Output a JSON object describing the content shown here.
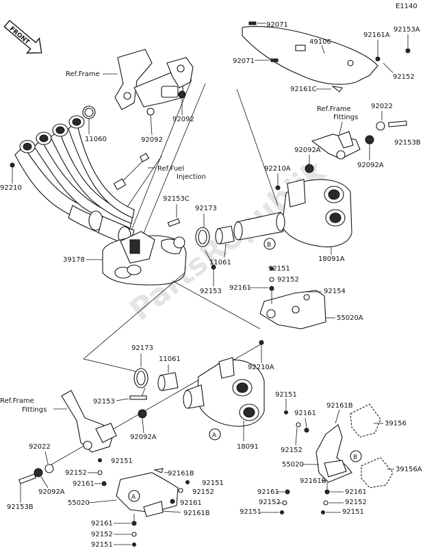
{
  "diagram_code": "E1140",
  "front_badge": "FRONT",
  "watermark": "PartsRepublik",
  "ref_labels": {
    "frame": "Ref.Frame",
    "frame_fittings_a_line1": "Ref.Frame",
    "frame_fittings_a_line2": "Fittings",
    "fuel_injection_line1": "Ref.Fuel",
    "fuel_injection_line2": "Injection",
    "frame_fittings_b_line1": "Ref.Frame",
    "frame_fittings_b_line2": "Fittings"
  },
  "markers": {
    "a": "A",
    "b": "B"
  },
  "parts": {
    "p92071_top": "92071",
    "p49106": "49106",
    "p92161A": "92161A",
    "p92153A": "92153A",
    "p92071_left": "92071",
    "p92152_top": "92152",
    "p92161C": "92161C",
    "p11060": "11060",
    "p92092_a": "92092",
    "p92092_b": "92092",
    "p92022_top": "92022",
    "p92153B_top": "92153B",
    "p92092A_top": "92092A",
    "p92092A_right": "92092A",
    "p92210A_top": "92210A",
    "p92210": "92210",
    "p92153C": "92153C",
    "p92173_top": "92173",
    "p11061_top": "11061",
    "p18091A": "18091A",
    "p39178": "39178",
    "p92151_mid": "92151",
    "p92152_mid": "92152",
    "p92161_mid": "92161",
    "p92154": "92154",
    "p92153_mid": "92153",
    "p55020A": "55020A",
    "p92173_low": "92173",
    "p11061_low": "11061",
    "p92210A_low": "92210A",
    "p92153_low": "92153",
    "p92092A_low": "92092A",
    "p18091": "18091",
    "p92022_low": "92022",
    "p92092A_bl": "92092A",
    "p92153B_low": "92153B",
    "p92151_a1": "92151",
    "p92152_a1": "92152",
    "p92161_a1": "92161",
    "p92161B_a": "92161B",
    "p92151_a2": "92151",
    "p92152_a2": "92152",
    "p92161_a2": "92161",
    "p92161B_a2": "92161B",
    "p55020_left": "55020",
    "p92161_a3": "92161",
    "p92152_a3": "92152",
    "p92151_a3": "92151",
    "p92151_r1": "92151",
    "p92161_r1": "92161",
    "p92152_r1": "92152",
    "p92161B_r1": "92161B",
    "p39156": "39156",
    "p55020_right": "55020",
    "p39156A": "39156A",
    "p92161B_r2": "92161B",
    "p92161_r2": "92161",
    "p92161_r3": "92161",
    "p92152_r2": "92152",
    "p92152_r3": "92152",
    "p92151_r2": "92151",
    "p92151_r3": "92151"
  }
}
